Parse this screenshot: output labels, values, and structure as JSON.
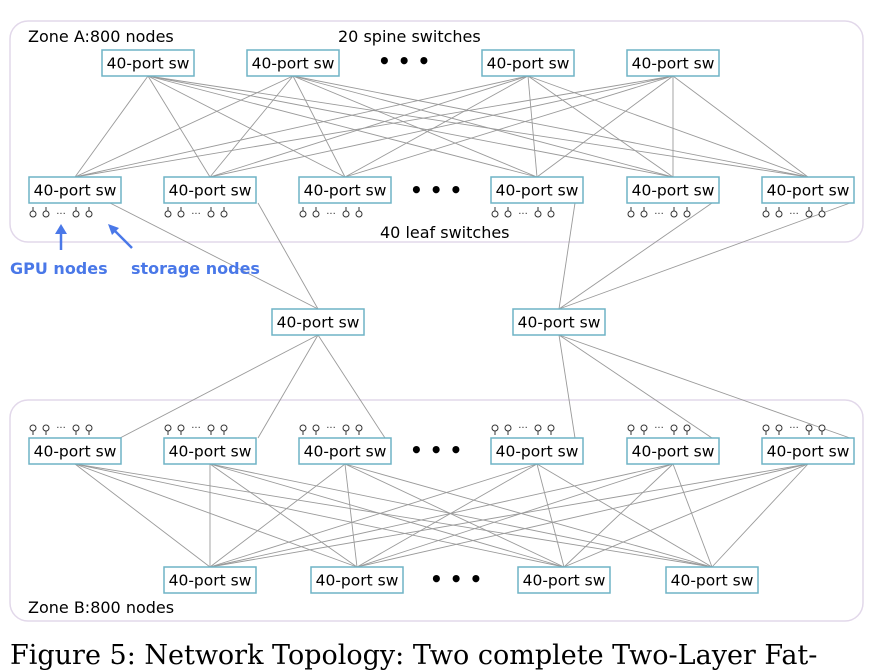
{
  "zone_a": {
    "label": "Zone A:800 nodes"
  },
  "zone_b": {
    "label": "Zone B:800 nodes"
  },
  "spine_label": "20 spine switches",
  "leaf_label": "40 leaf switches",
  "switch_label": "40-port sw",
  "ellipsis": "• • •",
  "port_ellipsis": "···",
  "annotations": {
    "gpu": "GPU nodes",
    "storage": "storage nodes"
  },
  "caption": "Figure 5: Network Topology: Two complete Two-Layer Fat-",
  "colors": {
    "switch_border": "#6fb3c5",
    "zone_border": "#e2d8ea",
    "annotation": "#4a78e8",
    "link": "#9a9a9a"
  }
}
